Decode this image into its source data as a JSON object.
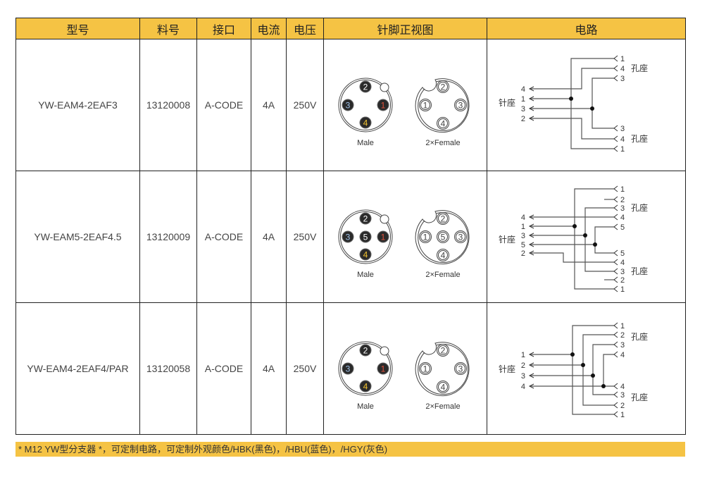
{
  "header": {
    "columns": [
      "型号",
      "料号",
      "接口",
      "电流",
      "电压",
      "针脚正视图",
      "电路"
    ]
  },
  "rows": [
    {
      "model": "YW-EAM4-2EAF3",
      "part": "13120008",
      "interface": "A-CODE",
      "current": "4A",
      "voltage": "250V",
      "male_label": "Male",
      "female_label": "2×Female",
      "male_pins": [
        "1",
        "2",
        "3",
        "4"
      ],
      "female_pins": [
        "1",
        "2",
        "3",
        "4"
      ],
      "circuit": {
        "pin_label": "针座",
        "socket_label": "孔座",
        "left": [
          "4",
          "1",
          "3",
          "2"
        ],
        "right": [
          "1",
          "4",
          "3",
          "3",
          "4",
          "1"
        ]
      }
    },
    {
      "model": "YW-EAM5-2EAF4.5",
      "part": "13120009",
      "interface": "A-CODE",
      "current": "4A",
      "voltage": "250V",
      "male_label": "Male",
      "female_label": "2×Female",
      "male_pins": [
        "1",
        "2",
        "3",
        "4",
        "5"
      ],
      "female_pins": [
        "1",
        "2",
        "3",
        "4",
        "5"
      ],
      "circuit": {
        "pin_label": "针座",
        "socket_label": "孔座",
        "left": [
          "4",
          "1",
          "3",
          "5",
          "2"
        ],
        "right": [
          "1",
          "2",
          "3",
          "4",
          "5",
          "5",
          "4",
          "3",
          "2",
          "1"
        ]
      }
    },
    {
      "model": "YW-EAM4-2EAF4/PAR",
      "part": "13120058",
      "interface": "A-CODE",
      "current": "4A",
      "voltage": "250V",
      "male_label": "Male",
      "female_label": "2×Female",
      "male_pins": [
        "1",
        "2",
        "3",
        "4"
      ],
      "female_pins": [
        "1",
        "2",
        "3",
        "4"
      ],
      "circuit": {
        "pin_label": "针座",
        "socket_label": "孔座",
        "left": [
          "1",
          "2",
          "3",
          "4"
        ],
        "right": [
          "1",
          "2",
          "3",
          "4",
          "4",
          "3",
          "2",
          "1"
        ]
      }
    }
  ],
  "footer": "* M12 YW型分支器 *，可定制电路，可定制外观颜色/HBK(黑色)，/HBU(蓝色)，/HGY(灰色)",
  "colors": {
    "header": "#F5C344",
    "pin1": "#e0503a",
    "pin2": "#ffffff",
    "pin3": "#9fc3ea",
    "pin4": "#f2c230",
    "pin5": "#ffffff"
  }
}
